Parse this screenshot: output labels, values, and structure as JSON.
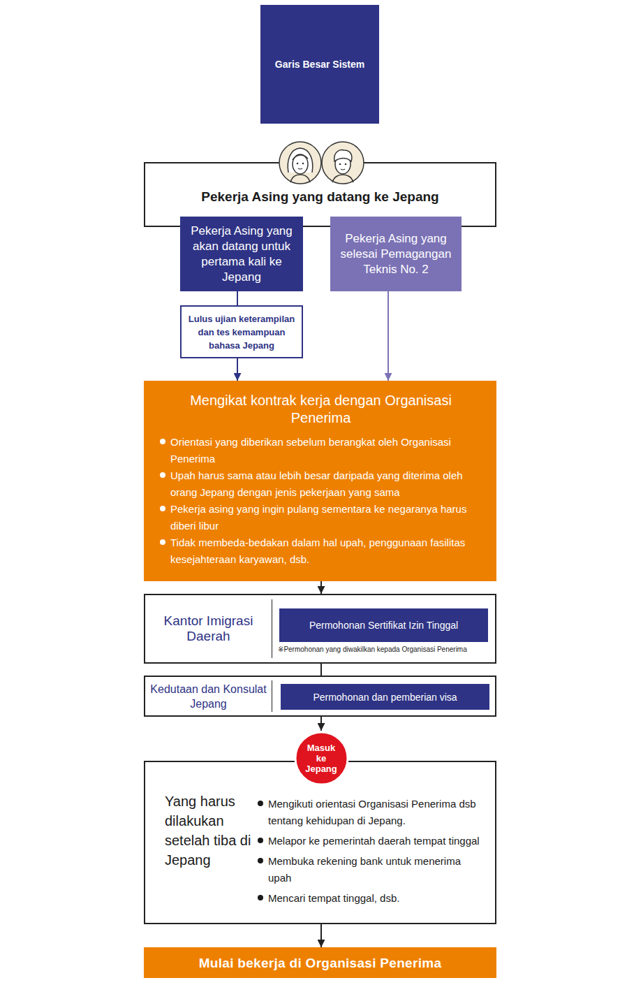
{
  "diagram": {
    "nodes": [
      {
        "text": [
          "Garis Besar Sistem"
        ]
      },
      {
        "text": [
          "Pekerja Asing yang datang ke Jepang"
        ]
      },
      {
        "text": [
          "Pekerja Asing yang akan datang untuk pertama kali ke Jepang"
        ]
      },
      {
        "text": [
          "Pekerja Asing yang selesai Pemagangan Teknis No. 2"
        ]
      },
      {
        "text": [
          "Lulus ujian keterampilan dan tes kemampuan bahasa Jepang"
        ]
      },
      {
        "text": [
          "Mengikat kontrak kerja dengan Organisasi Penerima",
          "Orientasi yang diberikan sebelum berangkat oleh Organisasi Penerima",
          "Upah harus sama atau lebih besar daripada yang diterima oleh orang Jepang dengan jenis pekerjaan yang sama",
          "Pekerja asing yang ingin pulang sementara ke negaranya harus diberi libur",
          "Tidak membeda-bedakan dalam hal upah, penggunaan fasilitas kesejahteraan karyawan, dsb."
        ]
      },
      {
        "text": [
          "Kantor Imigrasi Daerah",
          "※Permohonan yang diwakilkan kepada Organisasi Penerima"
        ]
      },
      {
        "text": [
          "Permohonan Sertifikat Izin Tinggal"
        ],
        "in": 6
      },
      {
        "text": [
          "Kedutaan dan Konsulat Jepang"
        ]
      },
      {
        "text": [
          "Permohonan dan pemberian visa"
        ],
        "in": 8
      },
      {
        "text": [
          "Masuk ke Jepang"
        ]
      },
      {
        "text": [
          "Yang harus dilakukan setelah tiba di Jepang",
          "Mengikuti orientasi Organisasi Penerima dsb tentang kehidupan di Jepang.",
          "Melapor ke pemerintah daerah tempat tinggal",
          "Membuka rekening bank untuk menerima upah",
          "Mencari tempat tinggal, dsb."
        ]
      },
      {
        "text": [
          "Mulai bekerja di Organisasi Penerima"
        ]
      }
    ],
    "edges": [
      {
        "from": 2,
        "to": 4,
        "arrow": "none"
      },
      {
        "from": 4,
        "to": 5,
        "arrow": "to"
      },
      {
        "from": 3,
        "to": 5,
        "arrow": "to"
      },
      {
        "from": 5,
        "to": 6,
        "arrow": "to"
      },
      {
        "from": 6,
        "to": 8,
        "arrow": "none"
      },
      {
        "from": 8,
        "to": 10,
        "arrow": "to"
      },
      {
        "from": 11,
        "to": 12,
        "arrow": "to"
      }
    ]
  }
}
